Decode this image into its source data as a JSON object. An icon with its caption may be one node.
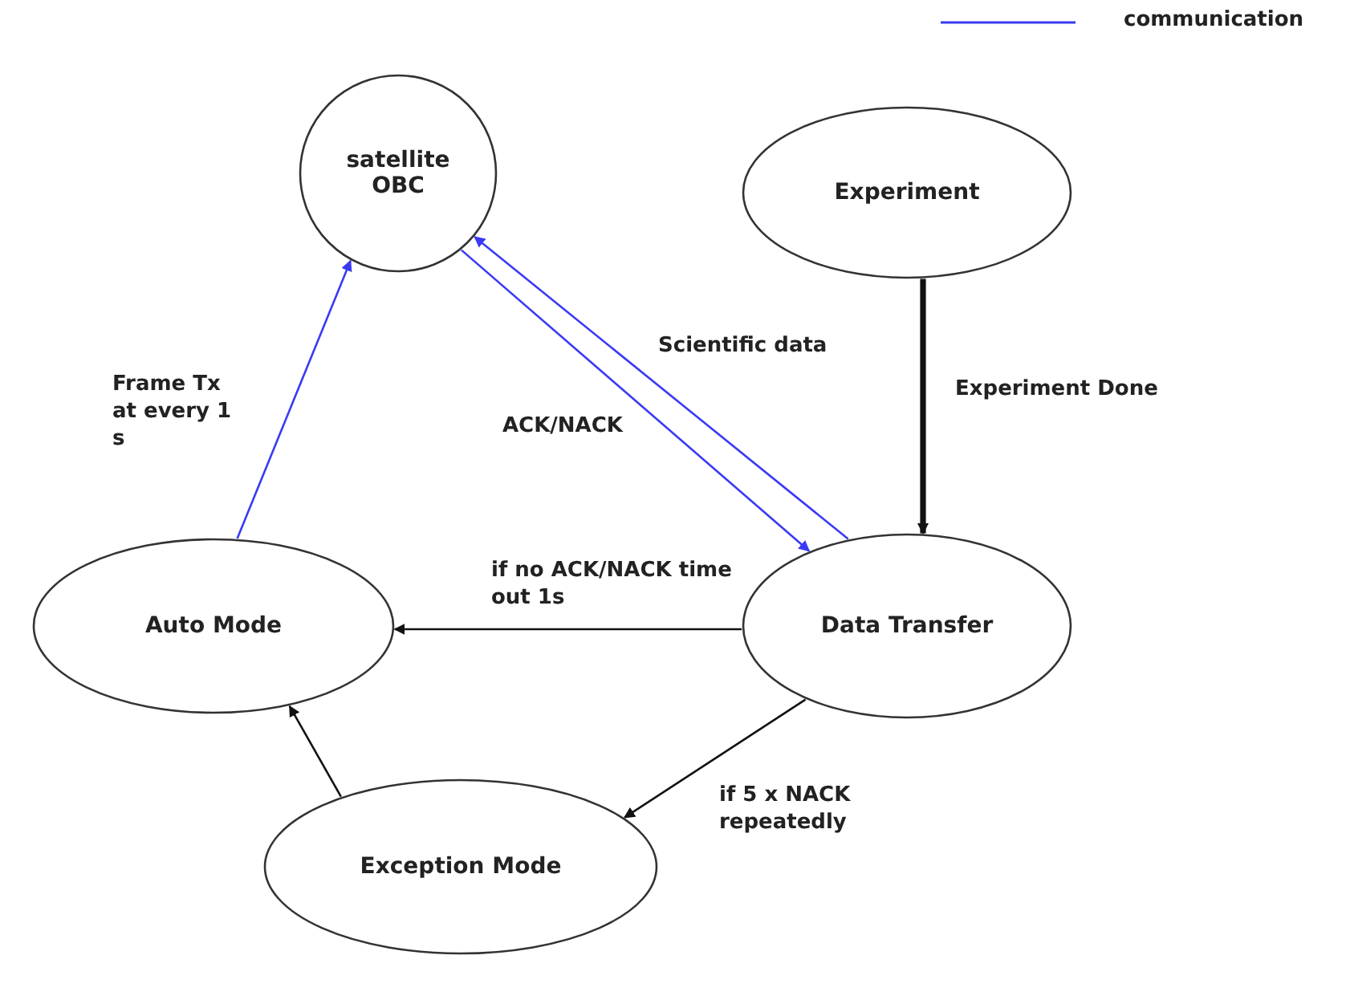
{
  "diagram": {
    "nodes": [
      {
        "text": [
          "satellite OBC"
        ]
      },
      {
        "text": [
          "Experiment"
        ]
      },
      {
        "text": [
          "Data Transfer"
        ]
      },
      {
        "text": [
          "Auto Mode"
        ]
      },
      {
        "text": [
          "Exception Mode"
        ]
      }
    ],
    "edges": [
      {
        "from": 1,
        "to": 2,
        "arrow": "to",
        "label": "Experiment Done",
        "style": "thick"
      },
      {
        "from": 2,
        "to": 0,
        "arrow": "to",
        "label": "Scientific data",
        "color": "#3a3af5"
      },
      {
        "from": 0,
        "to": 2,
        "arrow": "to",
        "label": "ACK/NACK",
        "color": "#3a3af5"
      },
      {
        "from": 3,
        "to": 0,
        "arrow": "to",
        "label": "Frame Tx at every 1 s",
        "color": "#3a3af5"
      },
      {
        "from": 2,
        "to": 3,
        "arrow": "to",
        "label": "if no ACK/NACK time out 1s"
      },
      {
        "from": 2,
        "to": 4,
        "arrow": "to",
        "label": "if 5 x NACK repeatedly"
      },
      {
        "from": 4,
        "to": 3,
        "arrow": "to"
      }
    ],
    "legend": [
      {
        "text": "communication"
      }
    ]
  }
}
